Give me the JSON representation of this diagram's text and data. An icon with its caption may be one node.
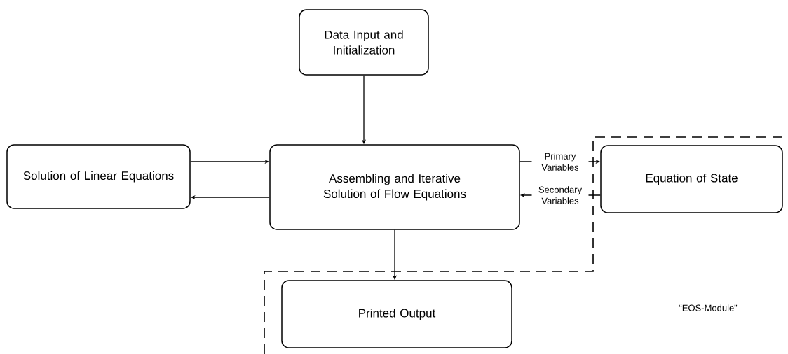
{
  "diagram": {
    "nodes": [
      {
        "text": [
          "Data Input and Initialization"
        ]
      },
      {
        "text": [
          "Solution of Linear Equations"
        ]
      },
      {
        "text": [
          "Assembling and Iterative Solution of Flow Equations"
        ]
      },
      {
        "text": [
          "Equation of State"
        ]
      },
      {
        "text": [
          "Printed Output"
        ]
      }
    ],
    "edges": [
      {
        "from": 0,
        "to": 2,
        "arrow": "to"
      },
      {
        "from": 1,
        "to": 2,
        "arrow": "to"
      },
      {
        "from": 2,
        "to": 1,
        "arrow": "to"
      },
      {
        "from": 2,
        "to": 3,
        "arrow": "to",
        "label": "Primary Variables"
      },
      {
        "from": 3,
        "to": 2,
        "arrow": "to",
        "label": "Secondary Variables"
      },
      {
        "from": 2,
        "to": 4,
        "arrow": "to"
      }
    ],
    "labels": [
      "“EOS-Module”"
    ]
  }
}
